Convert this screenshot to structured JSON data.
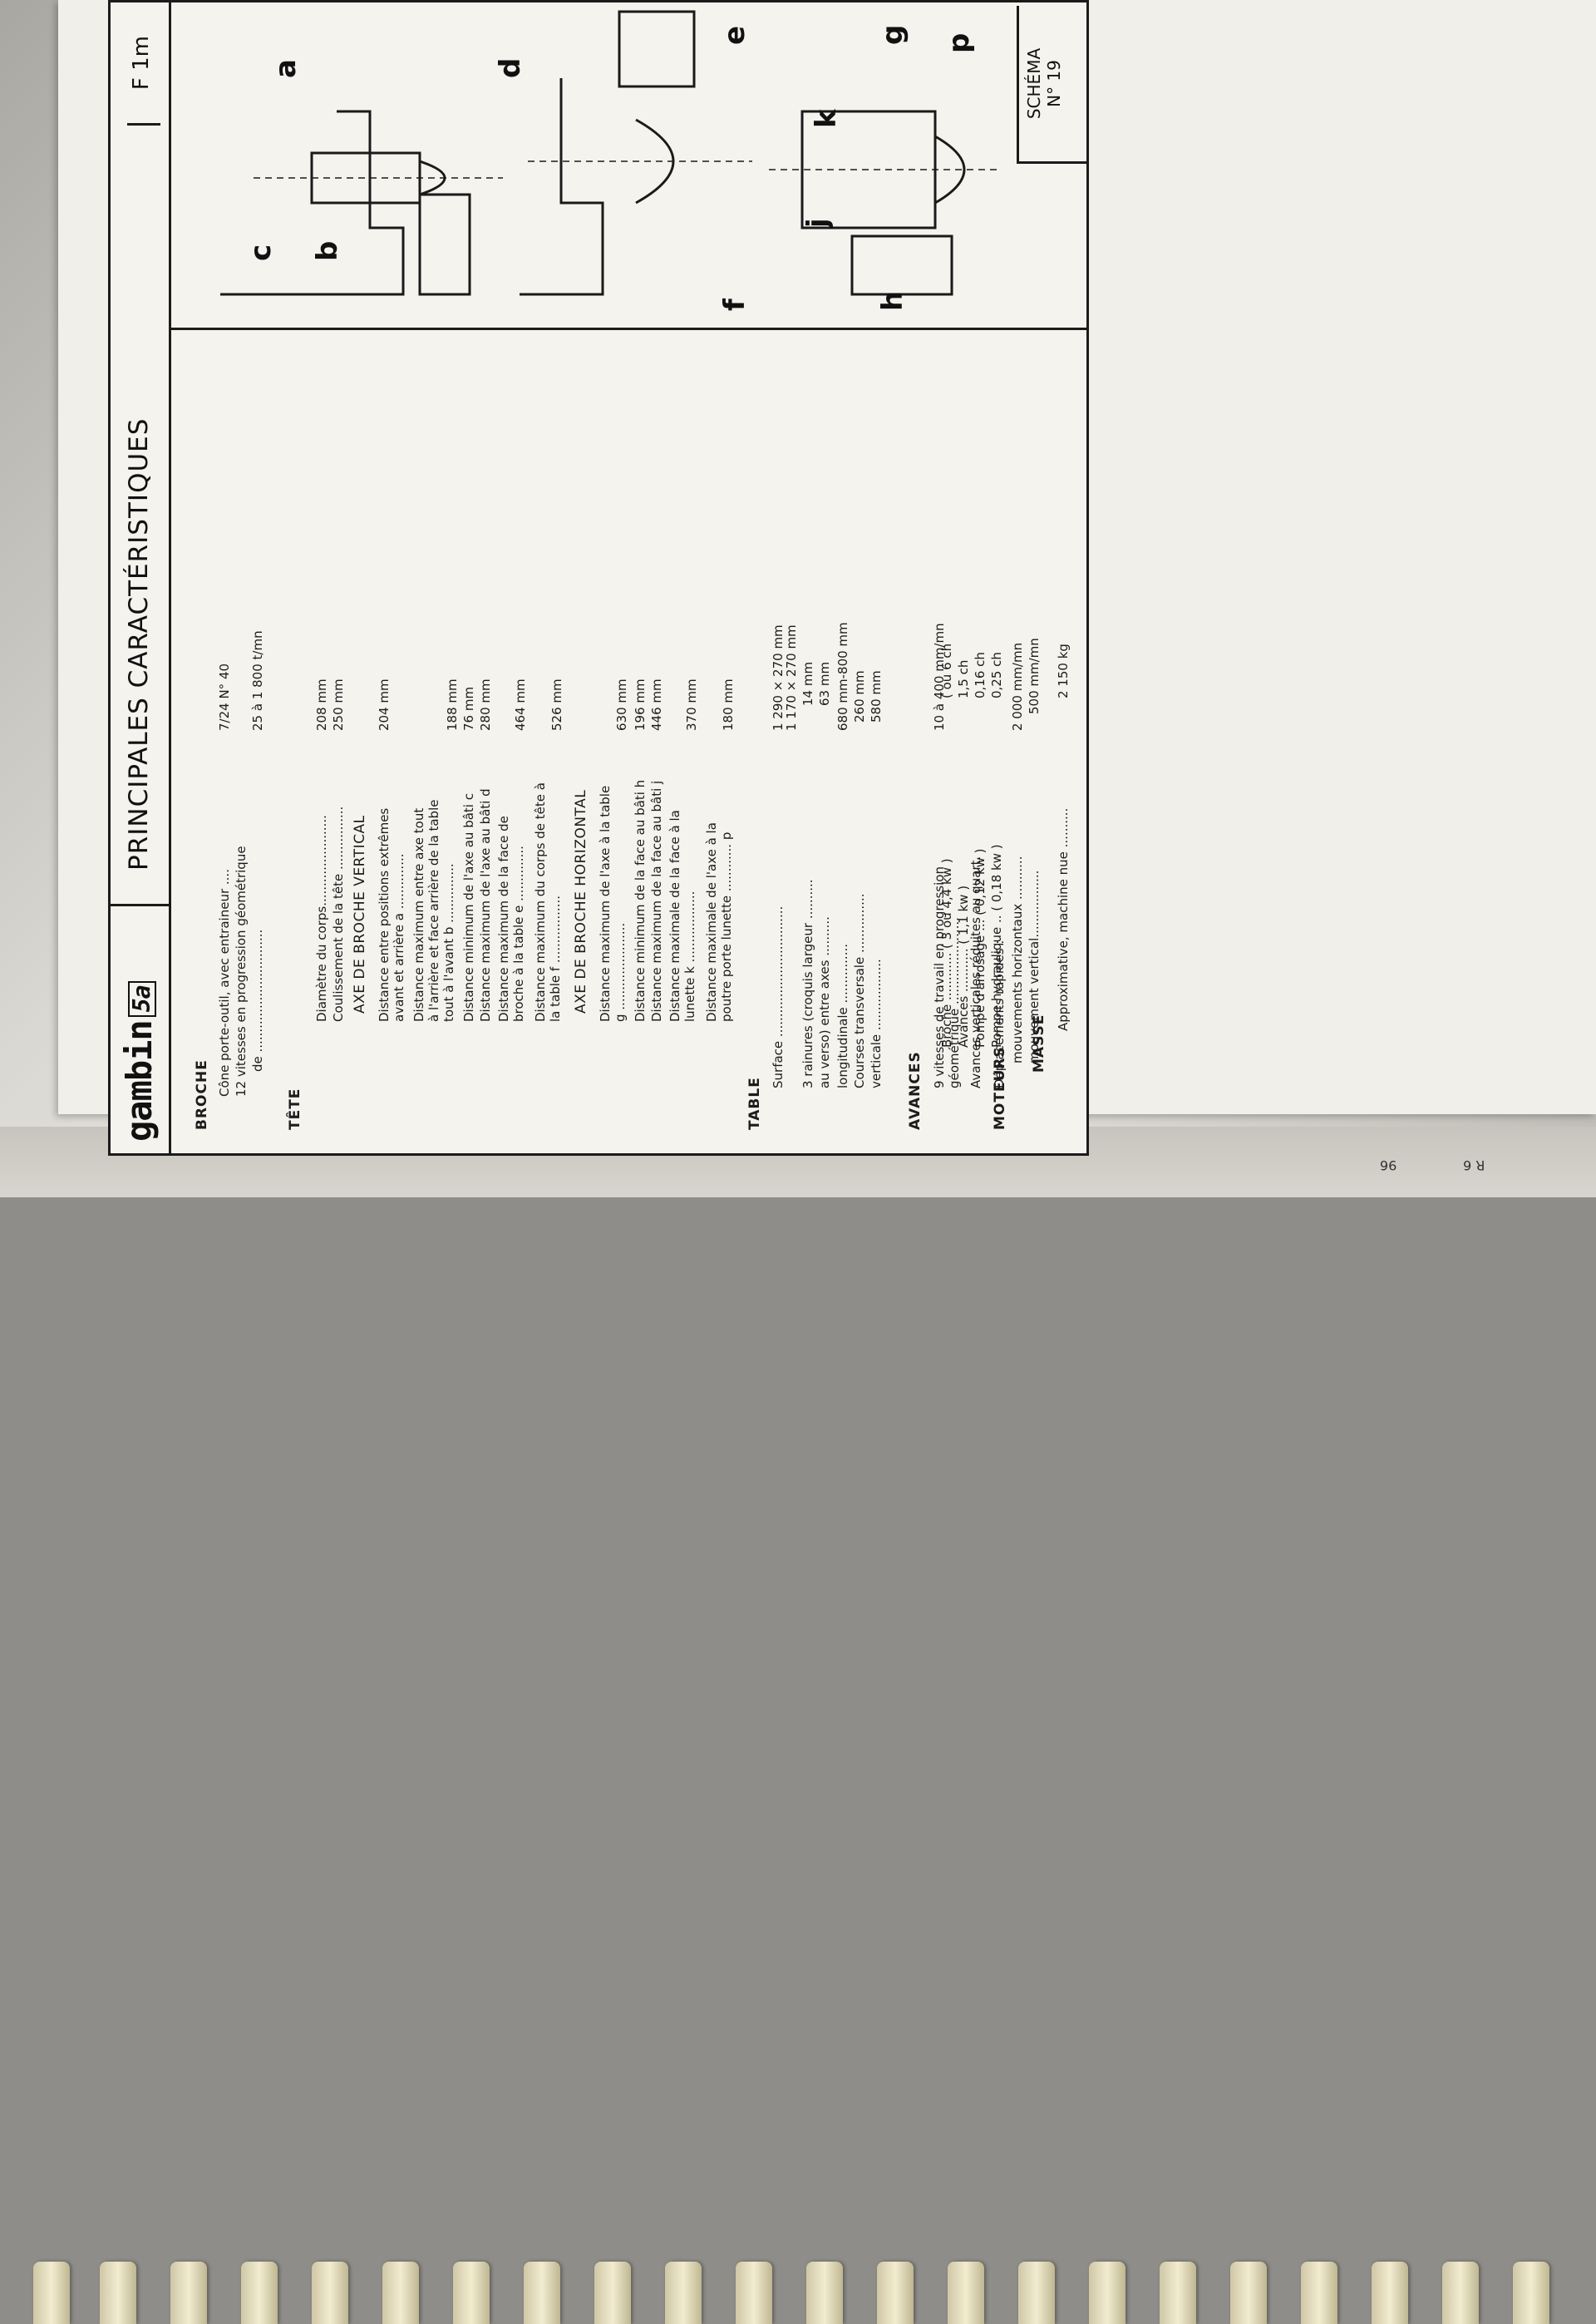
{
  "header": {
    "logo_brand": "gambin",
    "logo_model": "5a",
    "title": "PRINCIPALES CARACTÉRISTIQUES",
    "sheet_code": "F 1m"
  },
  "schema": {
    "label_line1": "SCHÉMA",
    "label_line2": "N° 19",
    "dims": [
      "a",
      "b",
      "c",
      "d",
      "e",
      "f",
      "g",
      "h",
      "j",
      "k",
      "p"
    ]
  },
  "footer": {
    "page_number": "96",
    "page_ref": "R 6"
  },
  "sections": {
    "broche": {
      "title": "BROCHE",
      "rows": [
        {
          "label": "Cône porte-outil, avec entraineur ....",
          "value": "7/24  N° 40"
        },
        {
          "label": "12 vitesses en progression géométrique",
          "value": ""
        },
        {
          "label": "de ...............................",
          "value": "25 à 1 800 t/mn"
        }
      ]
    },
    "tete": {
      "title": "TÊTE",
      "rows": [
        {
          "label": "Diamètre du corps.......................",
          "value": "208 mm"
        },
        {
          "label": "Coulissement de la tête ................",
          "value": "250 mm"
        }
      ],
      "axe_vertical": "AXE DE BROCHE VERTICAL",
      "rows_v": [
        {
          "label": "Distance entre positions extrêmes avant et arrière a ..............",
          "value": "204 mm"
        },
        {
          "label": "Distance maximum entre axe tout à l'arrière et face arrière de la table tout à l'avant b ...............",
          "value": "188 mm"
        },
        {
          "label": "Distance minimum de l'axe au bâti c",
          "value": "76 mm"
        },
        {
          "label": "Distance maximum de l'axe au bâti d",
          "value": "280 mm"
        },
        {
          "label": "Distance maximum de la face de broche à la table e ..............",
          "value": "464 mm"
        },
        {
          "label": "Distance maximum du corps de tête à la table f .................",
          "value": "526 mm"
        }
      ],
      "axe_horizontal": "AXE DE BROCHE HORIZONTAL",
      "rows_h": [
        {
          "label": "Distance maximum de l'axe à la table g ......................",
          "value": "630 mm"
        },
        {
          "label": "Distance minimum de la face au bâti h",
          "value": "196 mm"
        },
        {
          "label": "Distance maximum de la face au bâti j",
          "value": "446 mm"
        },
        {
          "label": "Distance maximale de la face à la lunette k ..................",
          "value": "370 mm"
        },
        {
          "label": "Distance maximale de l'axe à la poutre porte lunette ............ p",
          "value": "180 mm"
        }
      ]
    },
    "table": {
      "title": "TABLE",
      "rows": [
        {
          "label": "Surface .................................",
          "value": "1 290 × 270 mm"
        },
        {
          "label": "",
          "value": "1 170 × 270 mm"
        },
        {
          "label": "3 rainures (croquis   largeur ..........",
          "value": "14 mm"
        },
        {
          "label": "au verso)           entre axes ..........",
          "value": "63 mm"
        },
        {
          "label": "          longitudinale ...............",
          "value": "680 mm-800 mm"
        },
        {
          "label": "Courses   transversale ...............",
          "value": "260 mm"
        },
        {
          "label": "          verticale ..................",
          "value": "580 mm"
        }
      ]
    },
    "avances": {
      "title": "AVANCES",
      "rows": [
        {
          "label": "9 vitesses de travail en progression géométrique ......................",
          "value": "10 à 400 mm/mn"
        },
        {
          "label": "Avances verticales réduites au quart.",
          "value": ""
        },
        {
          "label": "Déplacements rapides :",
          "value": ""
        },
        {
          "label": "mouvements horizontaux ...........",
          "value": "2 000 mm/mn"
        },
        {
          "label": "mouvement vertical.................",
          "value": "500 mm/mn"
        }
      ]
    },
    "moteurs": {
      "title": "MOTEURS",
      "rows": [
        {
          "label": "Broche ............ ( 3 ou 4,4  kw )",
          "value": "( ou 6   ch"
        },
        {
          "label": "Avances ...........  ( 1,1   kw )",
          "value": "1,5  ch"
        },
        {
          "label": "Pompe d'arrosage ...  ( 0,12  kw )",
          "value": "0,16 ch"
        },
        {
          "label": "Pompe hydraulique ..  ( 0,18  kw )",
          "value": "0,25 ch"
        }
      ]
    },
    "masse": {
      "title": "MASSE",
      "rows": [
        {
          "label": "Approximative, machine nue ..........",
          "value": "2 150 kg"
        }
      ]
    }
  }
}
